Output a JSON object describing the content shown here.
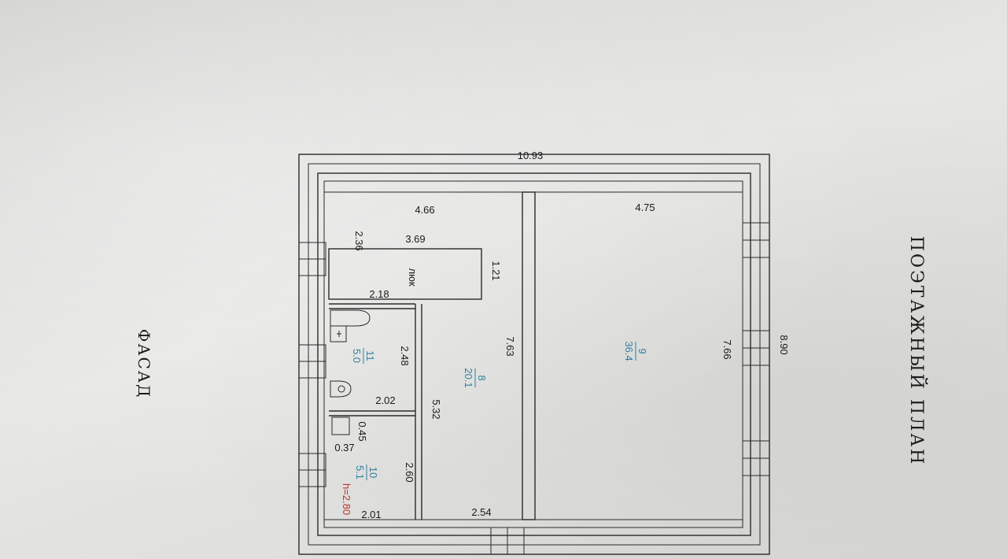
{
  "title": "ПОЭТАЖНЫЙ ПЛАН",
  "facade": "ФАСАД",
  "dimensions": {
    "overall_length": "10.93",
    "overall_width": "8.90",
    "room8_top": "4.66",
    "room9_top": "4.75",
    "hatch_length": "3.69",
    "hatch_offset": "2.36",
    "hatch_width": "1.21",
    "hatch_inner": "2.18",
    "room8_height": "7.63",
    "room9_height": "7.66",
    "room11_height": "2.48",
    "room11_width": "2.02",
    "room8_lower": "5.32",
    "room10_small_a": "0.45",
    "room10_small_b": "0.37",
    "room10_height": "2.60",
    "room10_width": "2.01",
    "room8_bottom": "2.54"
  },
  "hatch_label": "люк",
  "rooms": [
    {
      "number": "8",
      "area": "20.1"
    },
    {
      "number": "9",
      "area": "36.4"
    },
    {
      "number": "10",
      "area": "5.1"
    },
    {
      "number": "11",
      "area": "5.0"
    }
  ],
  "ceiling_height": "h=2.80",
  "colors": {
    "room_numbers": "#2f7fa0",
    "height_mark": "#c0302a",
    "lines": "#2a2a2a"
  }
}
